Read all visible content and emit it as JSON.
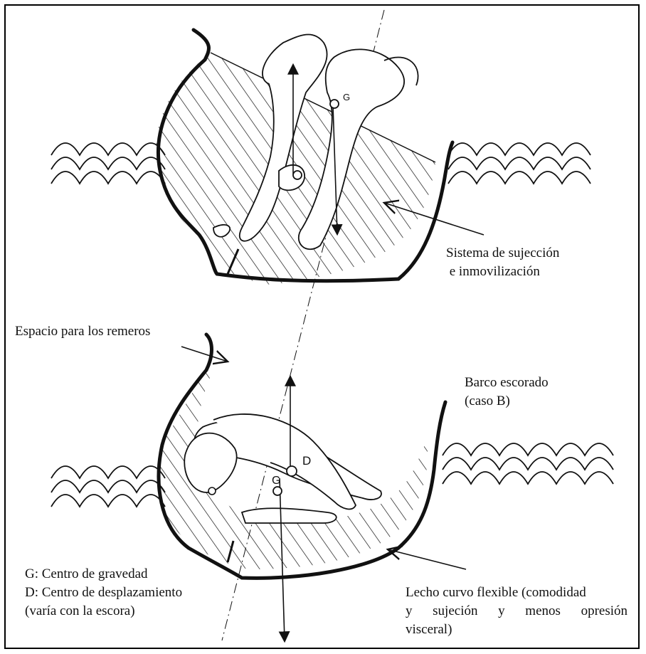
{
  "labels": {
    "sujecion_line1": "Sistema de sujección",
    "sujecion_line2": " e inmovilización",
    "espacio": "Espacio para los remeros",
    "barco_line1": "Barco escorado",
    "barco_line2": "(caso B)",
    "g_legend": "G: Centro de gravedad",
    "d_legend": "D: Centro de desplazamiento",
    "d_note": "(varía con la escora)",
    "lecho_line1": "Lecho curvo flexible (comodidad",
    "lecho_line2": "y sujeción y menos opresión",
    "lecho_line3": "visceral)",
    "point_g_upper": "G",
    "point_g_lower": "G",
    "point_d_lower": "D"
  },
  "colors": {
    "ink": "#111111",
    "paper": "#ffffff"
  }
}
